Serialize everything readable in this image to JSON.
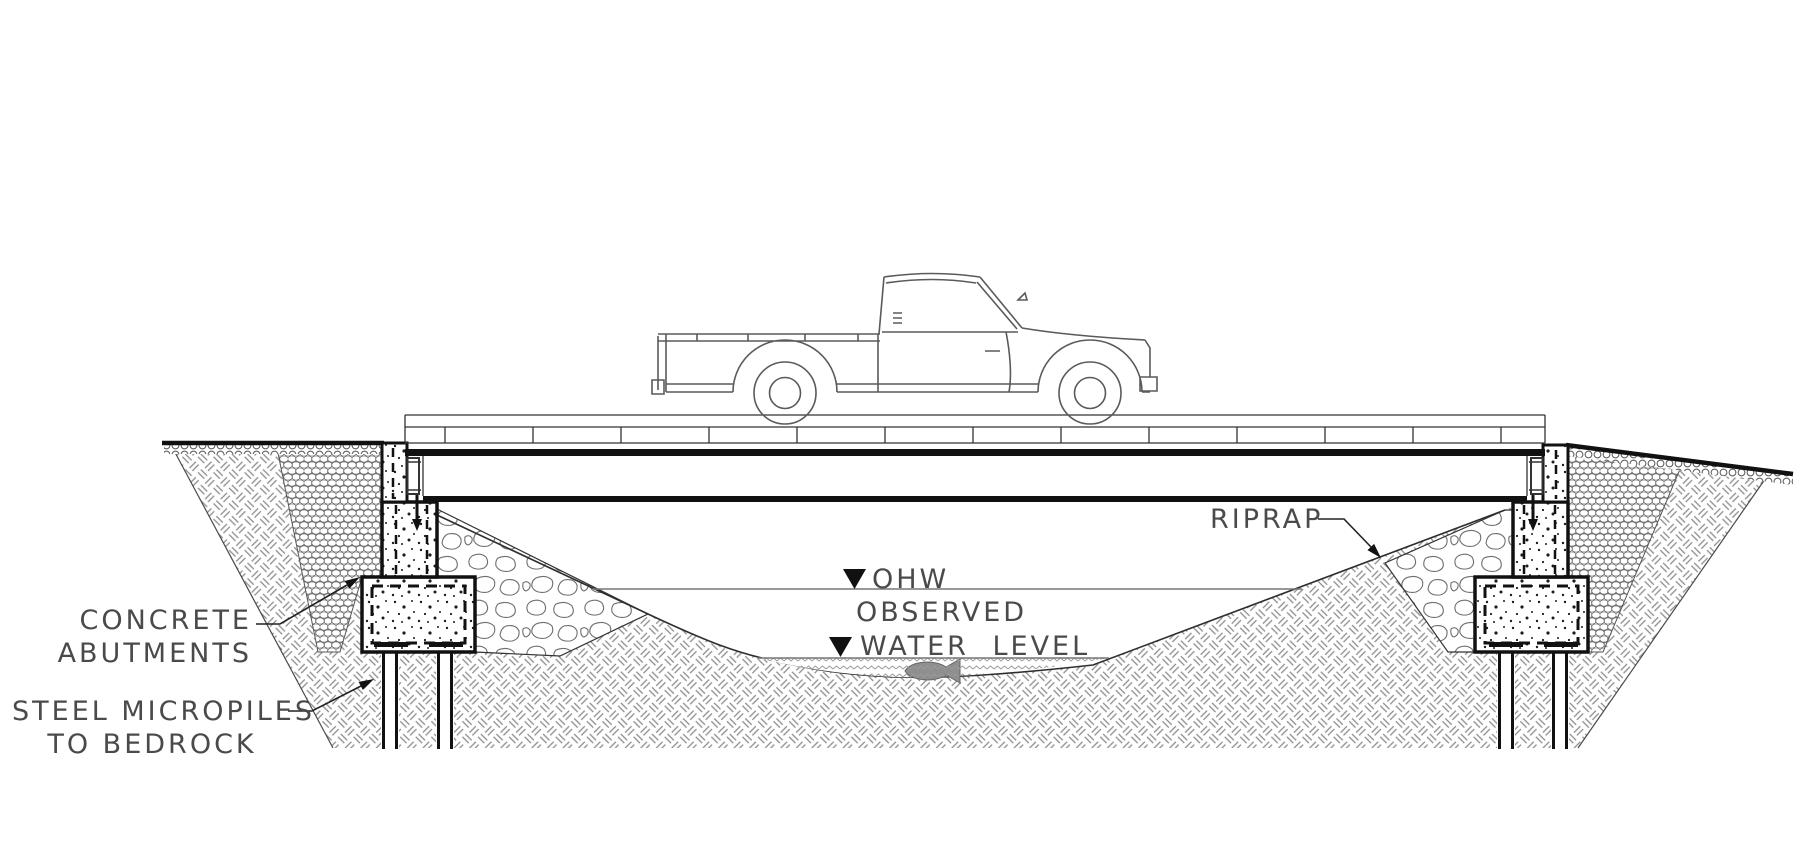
{
  "drawing": {
    "type": "bridge-stream-crossing-elevation",
    "labels": {
      "concrete_abutments": {
        "line1": "CONCRETE",
        "line2": "ABUTMENTS"
      },
      "steel_micropiles": {
        "line1": "STEEL MICROPILES",
        "line2": "TO BEDROCK"
      },
      "riprap": "RIPRAP",
      "ohw": "OHW",
      "observed_water_level": {
        "line1": "OBSERVED",
        "line2": "WATER LEVEL"
      }
    },
    "colors": {
      "line_dark": "#161616",
      "line_medium": "#444444",
      "line_light": "#777777",
      "text": "#4a4a4a",
      "fish_fill": "#8f8f8f",
      "fish_stroke": "#666666",
      "background": "#ffffff"
    }
  }
}
